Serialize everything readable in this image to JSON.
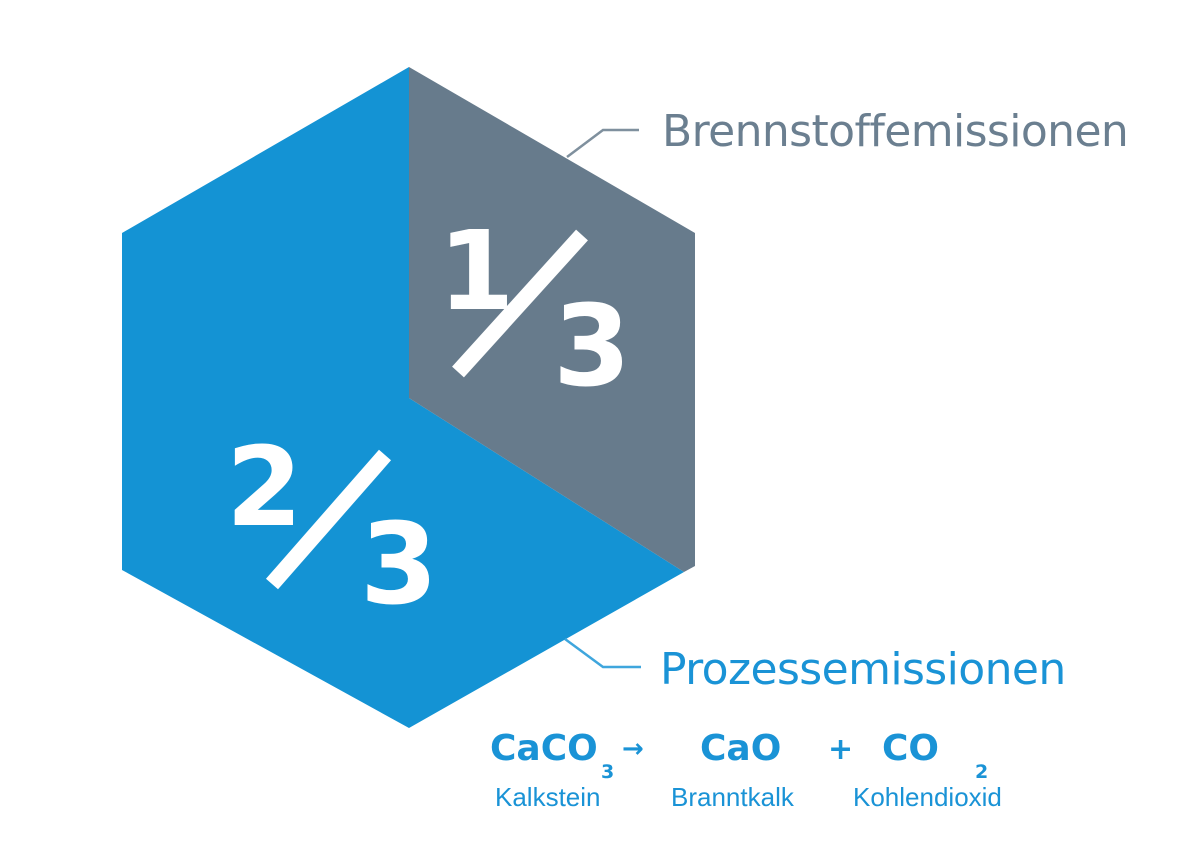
{
  "colors": {
    "process_blue": "#1493D4",
    "fuel_gray": "#677B8C",
    "fuel_label_gray": "#6B7F90",
    "text_blue": "#1A93D6",
    "fraction_white": "#FFFFFF",
    "background": "#FFFFFF"
  },
  "diagram": {
    "type": "hexagon-share",
    "segments": [
      {
        "id": "fuel",
        "numerator": "1",
        "denominator": "3",
        "fraction": "1/3",
        "label": "Brennstoffemissionen"
      },
      {
        "id": "process",
        "numerator": "2",
        "denominator": "3",
        "fraction": "2/3",
        "label": "Prozessemissionen"
      }
    ]
  },
  "equation": {
    "reactant": {
      "formula": "CaCO",
      "subscript": "3",
      "name": "Kalkstein"
    },
    "arrow": "→",
    "product1": {
      "formula": "CaO",
      "name": "Branntkalk"
    },
    "plus": "+",
    "product2": {
      "formula": "CO",
      "subscript": "2",
      "name": "Kohlendioxid"
    }
  }
}
